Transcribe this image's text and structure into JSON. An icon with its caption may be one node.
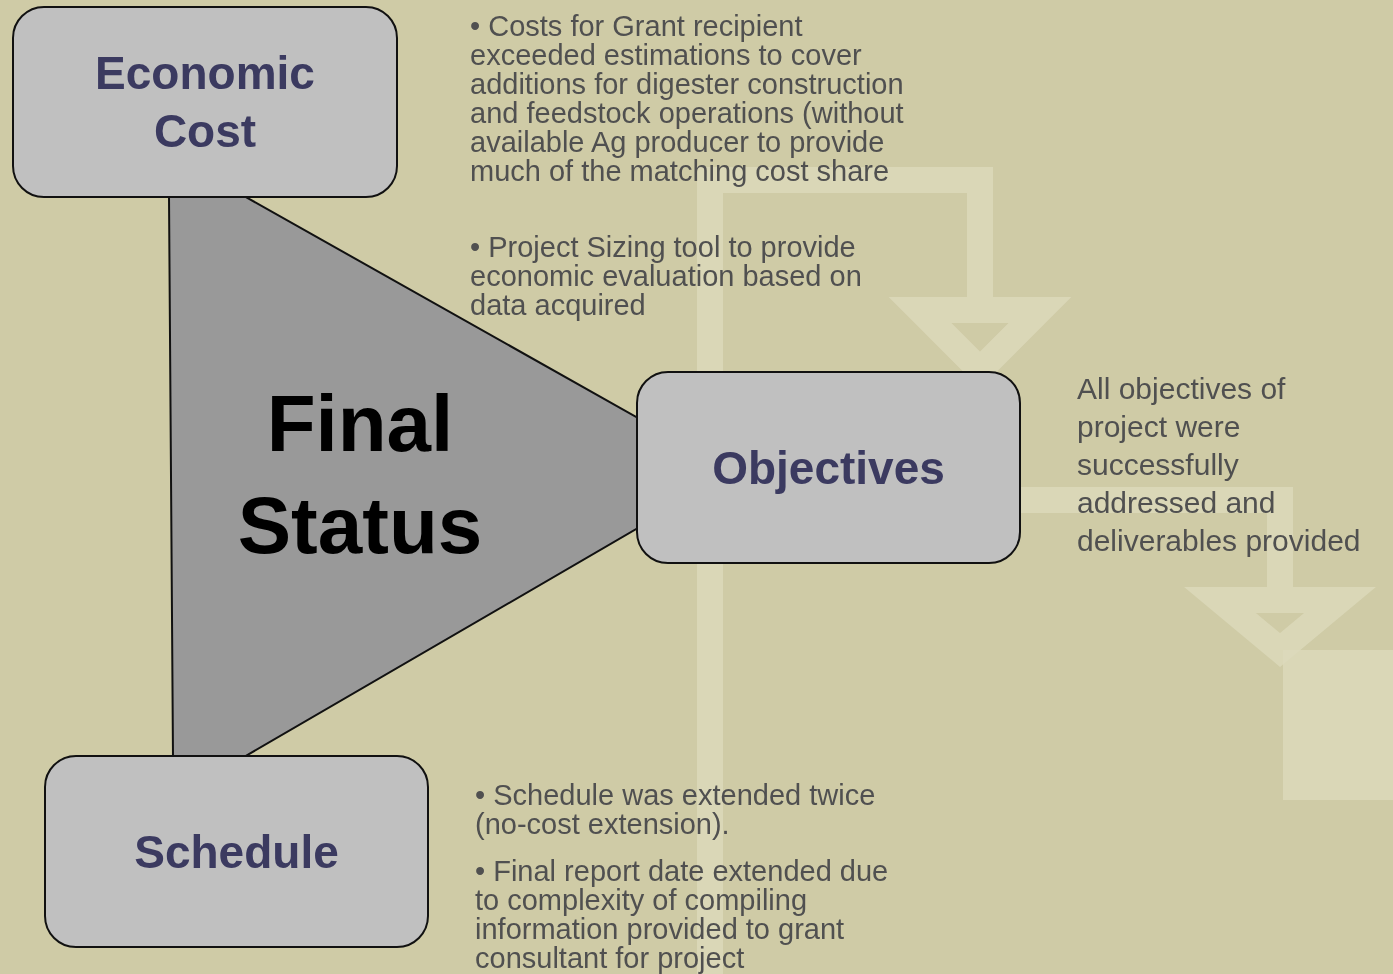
{
  "diagram": {
    "nodes": [
      {
        "text": [
          "Final Status"
        ]
      },
      {
        "text": [
          "Economic Cost"
        ]
      },
      {
        "text": [
          "Objectives"
        ],
        "beside": [
          "All objectives of project were successfully addressed and deliverables provided"
        ]
      },
      {
        "text": [
          "Schedule"
        ],
        "beside": [
          "• Schedule was extended twice (no-cost extension).",
          "• Final report date extended due to complexity of compiling information provided to grant consultant for project"
        ]
      }
    ],
    "edges": [],
    "labels": [
      "• Costs for Grant recipient exceeded estimations to cover additions for digester construction and feedstock operations (without available Ag producer to provide much of the matching cost share",
      "• Project Sizing tool to provide economic evaluation based on data acquired"
    ]
  }
}
